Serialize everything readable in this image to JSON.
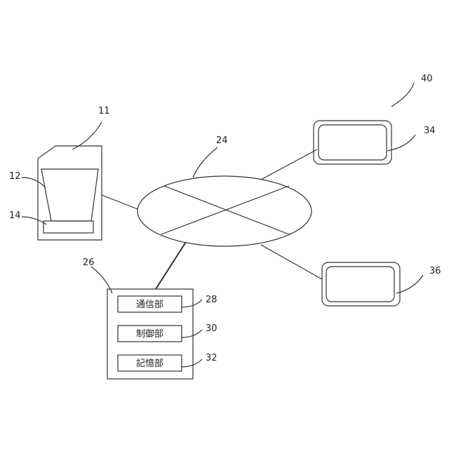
{
  "refs": {
    "system": "40",
    "printer": "11",
    "printer_funnel": "12",
    "printer_tray": "14",
    "network": "24",
    "server": "26",
    "communication_unit": "28",
    "control_unit": "30",
    "storage_unit": "32",
    "terminal_a": "34",
    "terminal_b": "36"
  },
  "server_units": {
    "communication": "通信部",
    "control": "制御部",
    "storage": "記憶部"
  }
}
